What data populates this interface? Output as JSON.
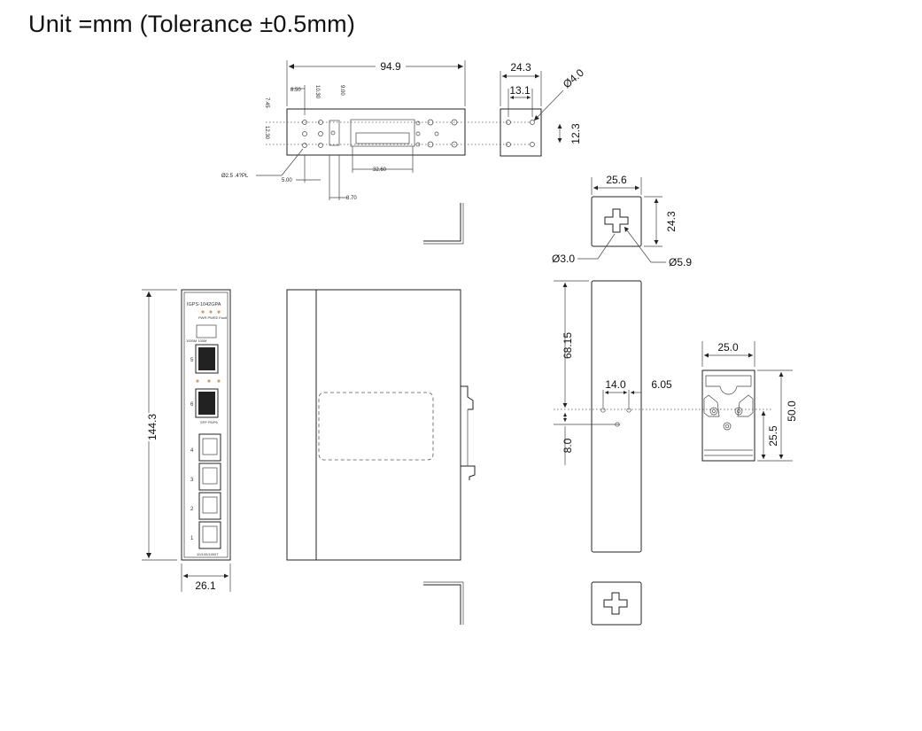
{
  "title": "Unit =mm (Tolerance ±0.5mm)",
  "top_view": {
    "width": "94.9",
    "d_850": "8.50",
    "d_1030": "10.30",
    "d_900": "9.00",
    "d_745": "7.45",
    "d_1230s": "12.30",
    "d_3260": "32.60",
    "d_500": "5.00",
    "d_870": "8.70",
    "hole_note": "Ø2.5 .4?PL"
  },
  "side_bracket_top": {
    "width": "24.3",
    "spacing": "13.1",
    "hole_dia": "Ø4.0",
    "height": "12.3"
  },
  "mount_plate": {
    "width": "25.6",
    "height": "24.3",
    "small_hole": "Ø3.0",
    "large_hole": "Ø5.9"
  },
  "front_view": {
    "height": "144.3",
    "width": "26.1",
    "model": "IGPS-1042GPA",
    "leds": "PWR PWR2 Fault",
    "sw_labels": "1000M 100M",
    "port_5": "5",
    "port_6": "6",
    "ports": [
      "4",
      "3",
      "2",
      "1"
    ],
    "sfp_label": "SFP P5/P6",
    "rj_label": "10/100/1000T"
  },
  "rail_view": {
    "top_offset": "68.15",
    "spacing": "14.0",
    "side_offset": "6.05",
    "bottom_offset": "8.0"
  },
  "din_clip": {
    "width": "25.0",
    "height": "50.0",
    "sub_height": "25.5"
  }
}
